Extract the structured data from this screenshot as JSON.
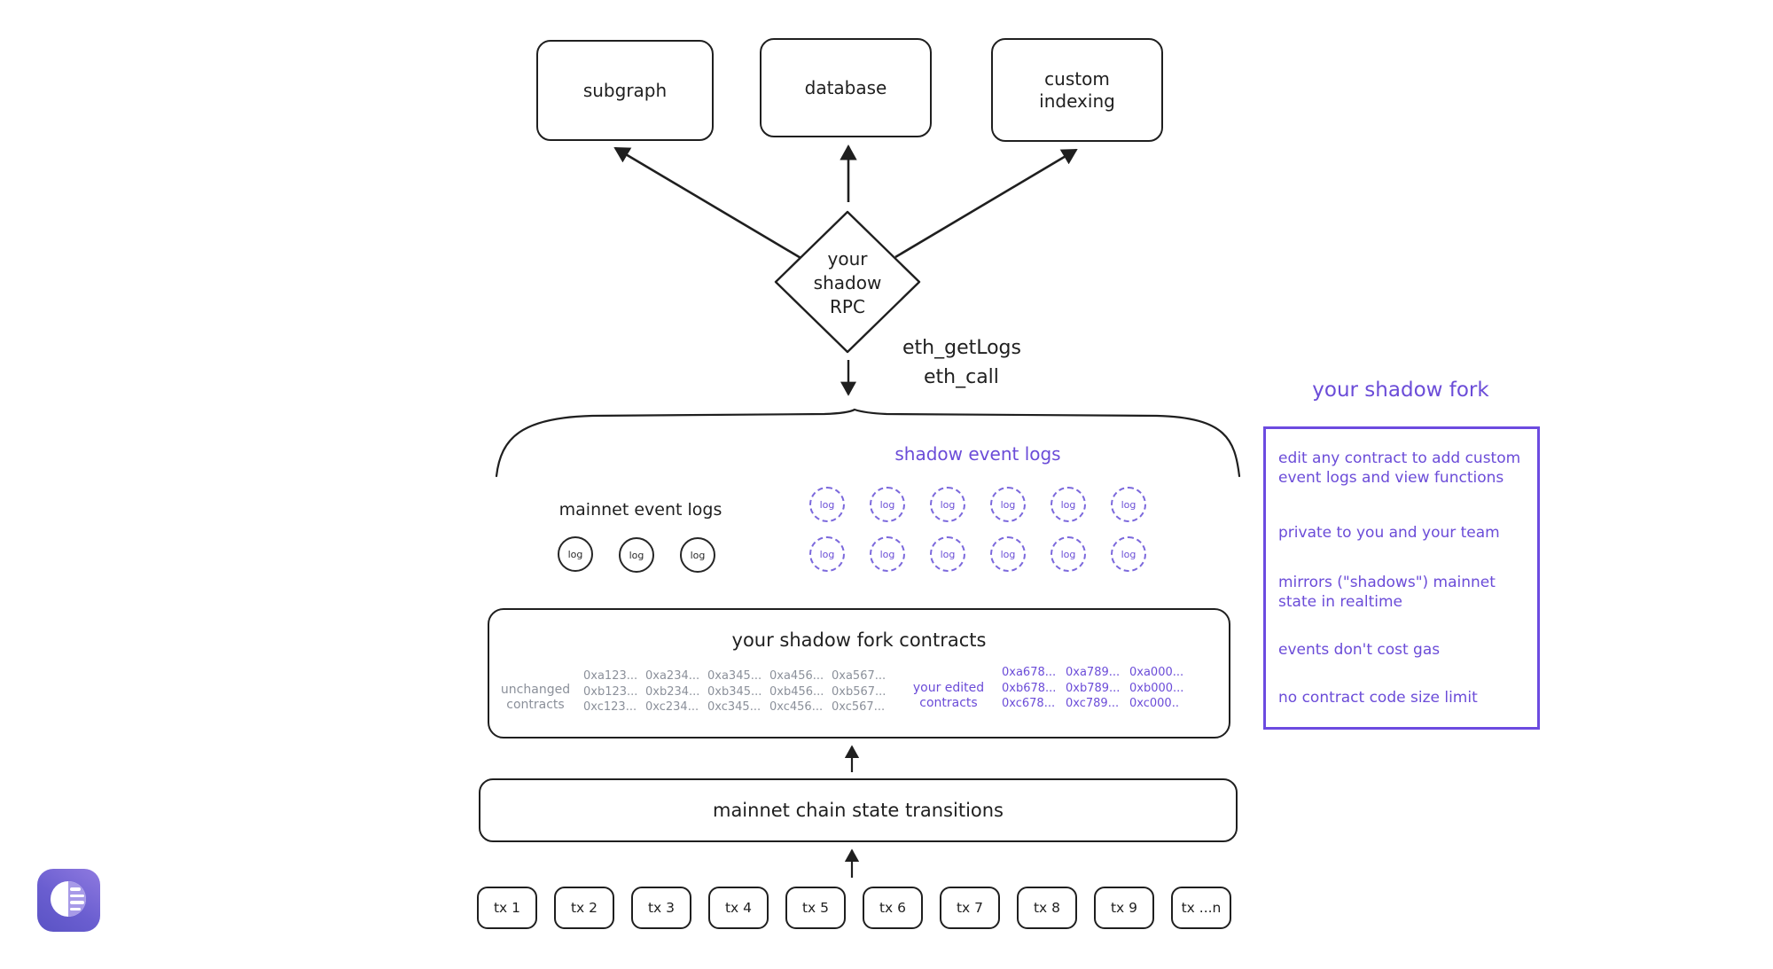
{
  "colors": {
    "ink": "#1f1f1f",
    "purple": "#6b4cd8",
    "panel_border_purple": "#6c4be0",
    "gray": "#8b909a",
    "logo_gradient_start": "#8f7ae0",
    "logo_gradient_end": "#5a53c4",
    "background": "#ffffff"
  },
  "top_boxes": {
    "subgraph": "subgraph",
    "database": "database",
    "custom_indexing": "custom\nindexing"
  },
  "diamond": {
    "label": "your\nshadow\nRPC"
  },
  "rpc_methods": {
    "line1": "eth_getLogs",
    "line2": "eth_call"
  },
  "logs_section": {
    "shadow_title": "shadow event logs",
    "mainnet_title": "mainnet event logs",
    "log_label": "log"
  },
  "contracts_box": {
    "title": "your shadow fork contracts",
    "unchanged_label": "unchanged\ncontracts",
    "edited_label": "your edited\ncontracts",
    "unchanged_rows": [
      [
        "0xa123...",
        "0xa234...",
        "0xa345...",
        "0xa456...",
        "0xa567..."
      ],
      [
        "0xb123...",
        "0xb234...",
        "0xb345...",
        "0xb456...",
        "0xb567..."
      ],
      [
        "0xc123...",
        "0xc234...",
        "0xc345...",
        "0xc456...",
        "0xc567..."
      ]
    ],
    "edited_rows": [
      [
        "0xa678...",
        "0xa789...",
        "0xa000..."
      ],
      [
        "0xb678...",
        "0xb789...",
        "0xb000..."
      ],
      [
        "0xc678...",
        "0xc789...",
        "0xc000.."
      ]
    ]
  },
  "mainnet_box": {
    "title": "mainnet chain state transitions"
  },
  "tx_row": [
    "tx 1",
    "tx 2",
    "tx 3",
    "tx 4",
    "tx 5",
    "tx 6",
    "tx 7",
    "tx 8",
    "tx 9",
    "tx ...n"
  ],
  "side_panel": {
    "title": "your shadow fork",
    "items": [
      "edit any contract to add custom event logs and view functions",
      "private to you and your team",
      "mirrors (\"shadows\") mainnet state in realtime",
      "events don't cost gas",
      "no contract code size limit"
    ]
  }
}
